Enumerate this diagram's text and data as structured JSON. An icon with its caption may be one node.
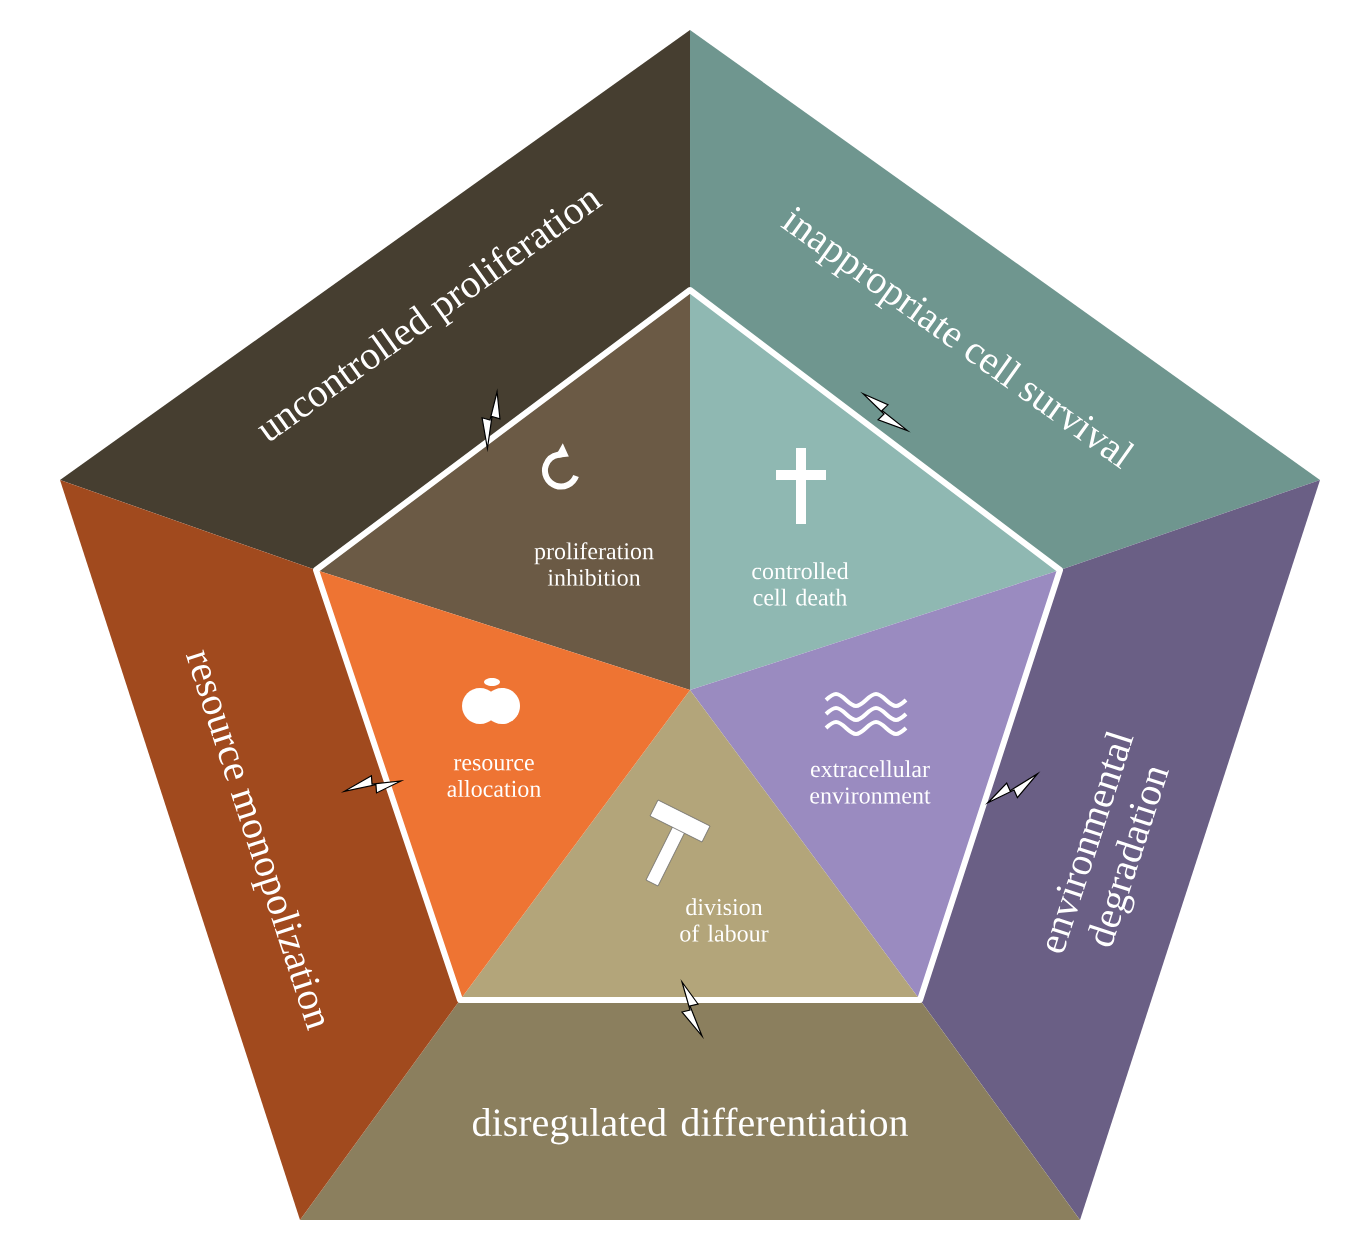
{
  "diagram": {
    "nodes": [
      {
        "text": [
          "uncontrolled proliferation"
        ]
      },
      {
        "text": [
          "inappropriate cell survival"
        ]
      },
      {
        "text": [
          "environmental degradation"
        ]
      },
      {
        "text": [
          "disregulated differentiation"
        ]
      },
      {
        "text": [
          "resource monopolization"
        ]
      },
      {
        "text": [
          "proliferation inhibition"
        ]
      },
      {
        "text": [
          "controlled cell death"
        ]
      },
      {
        "text": [
          "extracellular environment"
        ]
      },
      {
        "text": [
          "division of labour"
        ]
      },
      {
        "text": [
          "resource allocation"
        ]
      }
    ]
  }
}
